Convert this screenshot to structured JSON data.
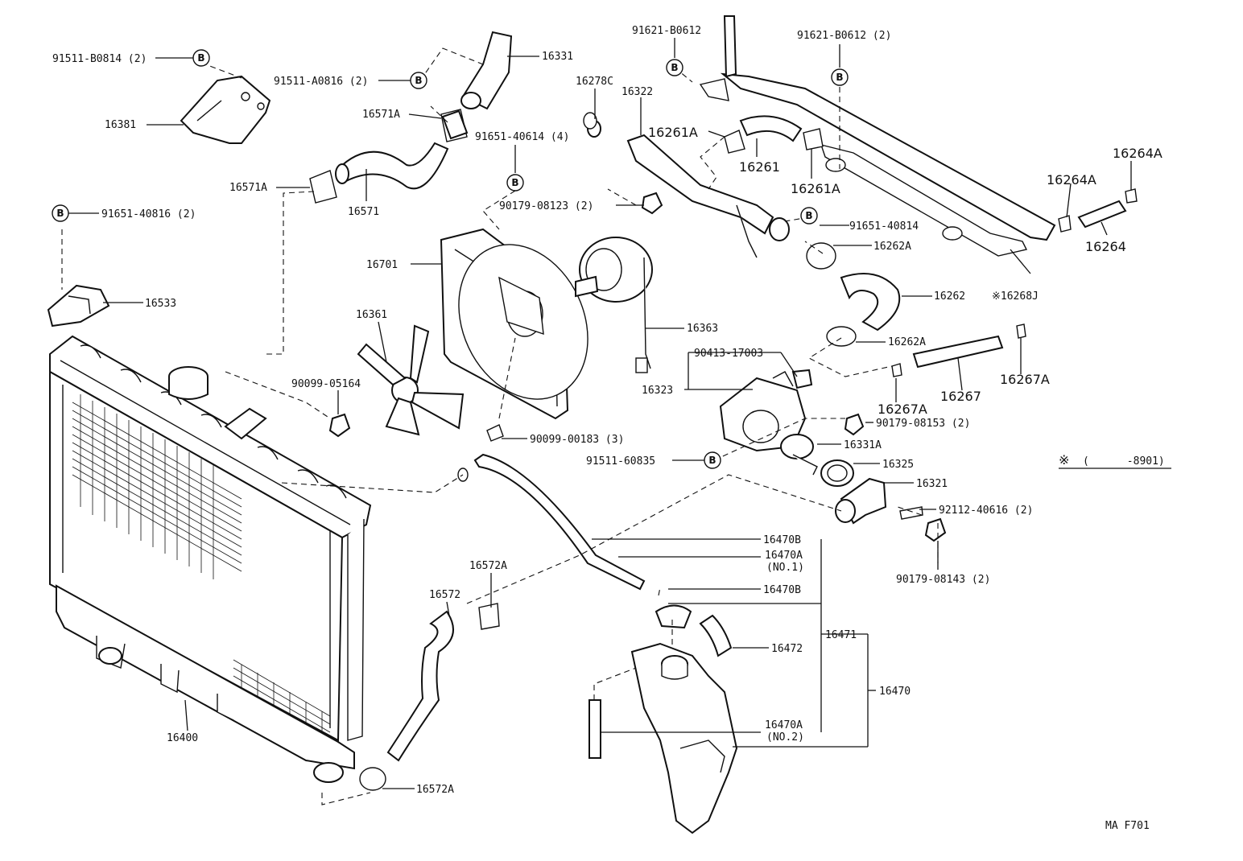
{
  "diagram_code": "MA F701",
  "footnote": {
    "symbol": "※",
    "text": "(      -8901)"
  },
  "bolt_marker": "B",
  "labels": {
    "p91511_b0814": "91511-B0814 (2)",
    "p16381": "16381",
    "p91511_a0816": "91511-A0816 (2)",
    "p16331": "16331",
    "p16571a_top": "16571A",
    "p16571a_left": "16571A",
    "p16571": "16571",
    "p91651_40816": "91651-40816 (2)",
    "p16533": "16533",
    "p91621_b0612_l": "91621-B0612",
    "p91621_b0612_r": "91621-B0612 (2)",
    "p16278c": "16278C",
    "p16322": "16322",
    "p91651_40614": "91651-40614 (4)",
    "p16261a_l": "16261A",
    "p16261": "16261",
    "p16261a_r": "16261A",
    "p16264a_top": "16264A",
    "p16264a_mid": "16264A",
    "p16264": "16264",
    "p90179_08123": "90179-08123 (2)",
    "p91651_40814": "91651-40814",
    "p16262a_top": "16262A",
    "p16262": "16262",
    "p16268j": "※16268J",
    "p16701": "16701",
    "p16361": "16361",
    "p16363": "16363",
    "p90413_17003": "90413-17003",
    "p16323": "16323",
    "p16262a_bot": "16262A",
    "p16267": "16267",
    "p16267a_r": "16267A",
    "p16267a_l": "16267A",
    "p90099_05164": "90099-05164",
    "p90179_08153": "90179-08153 (2)",
    "p90099_00183": "90099-00183 (3)",
    "p16331a": "16331A",
    "p91511_60835": "91511-60835",
    "p16325": "16325",
    "p16321": "16321",
    "p92112_40616": "92112-40616 (2)",
    "p90179_08143": "90179-08143 (2)",
    "p16470b_top": "16470B",
    "p16470a_no1": "16470A",
    "p16470a_no1_sub": "(NO.1)",
    "p16470b_mid": "16470B",
    "p16472": "16472",
    "p16471": "16471",
    "p16470": "16470",
    "p16470a_no2": "16470A",
    "p16470a_no2_sub": "(NO.2)",
    "p16572a_top": "16572A",
    "p16572": "16572",
    "p16572a_bot": "16572A",
    "p16400": "16400"
  }
}
